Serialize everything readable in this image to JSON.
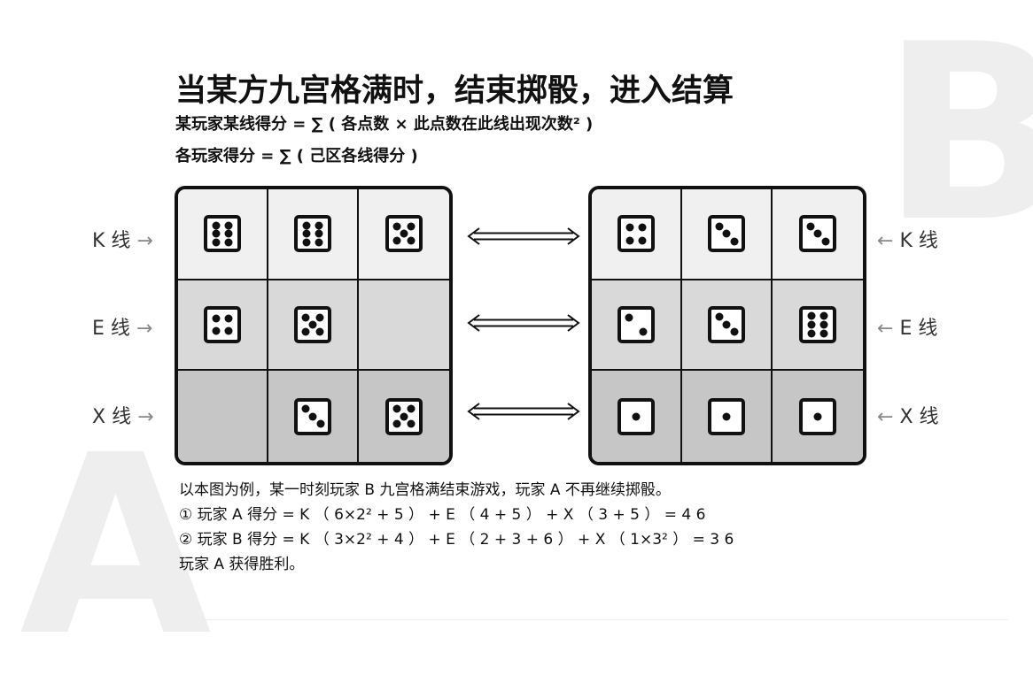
{
  "background_letters": {
    "top_right": "B",
    "bottom_left": "A"
  },
  "title": "当某方九宫格满时，结束掷骰，进入结算",
  "formula_line_1": "某玩家某线得分 = ∑ ( 各点数 × 此点数在此线出现次数² )",
  "formula_line_2": "各玩家得分 = ∑ ( 己区各线得分 )",
  "row_labels": {
    "left": [
      {
        "text": "K 线",
        "arrow": "→"
      },
      {
        "text": "E 线",
        "arrow": "→"
      },
      {
        "text": "X 线",
        "arrow": "→"
      }
    ],
    "right": [
      {
        "text": "K 线",
        "arrow": "←"
      },
      {
        "text": "E 线",
        "arrow": "←"
      },
      {
        "text": "X 线",
        "arrow": "←"
      }
    ]
  },
  "colors": {
    "row_k": "#f0f0f0",
    "row_e": "#d9d9d9",
    "row_x": "#c6c6c6",
    "ink": "#111111",
    "background_letter": "#eeeeee"
  },
  "player_a_grid": [
    [
      6,
      6,
      5
    ],
    [
      4,
      5,
      0
    ],
    [
      0,
      3,
      5
    ]
  ],
  "player_b_grid": [
    [
      4,
      3,
      3
    ],
    [
      2,
      3,
      6
    ],
    [
      1,
      1,
      1
    ]
  ],
  "example": {
    "line_1": "以本图为例，某一时刻玩家 B 九宫格满结束游戏，玩家 A 不再继续掷骰。",
    "line_2": "① 玩家 A 得分 = K （ 6×2² + 5 ） + E （ 4 + 5 ） + X （ 3 + 5 ） = 4 6",
    "line_3": "② 玩家 B 得分 = K （ 3×2² + 4 ） + E （ 2 + 3 + 6 ） + X （ 1×3² ） = 3 6",
    "line_4": "玩家 A 获得胜利。"
  }
}
